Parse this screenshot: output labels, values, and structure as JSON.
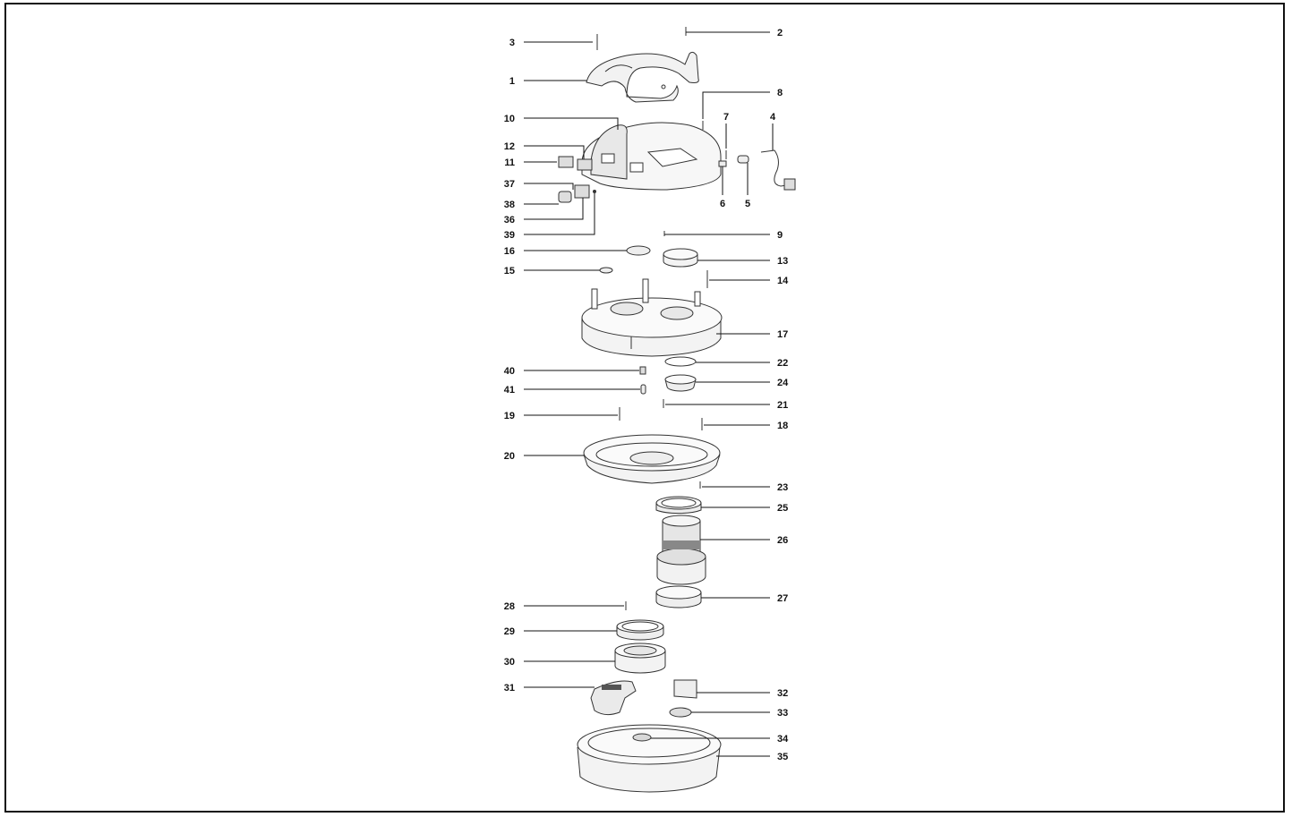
{
  "diagram": {
    "type": "exploded-parts-view",
    "labels": [
      "1",
      "2",
      "3",
      "4",
      "5",
      "6",
      "7",
      "8",
      "9",
      "10",
      "11",
      "12",
      "13",
      "14",
      "15",
      "16",
      "17",
      "18",
      "19",
      "20",
      "21",
      "22",
      "23",
      "24",
      "25",
      "26",
      "27",
      "28",
      "29",
      "30",
      "31",
      "32",
      "33",
      "34",
      "35",
      "36",
      "37",
      "38",
      "39",
      "40",
      "41"
    ]
  }
}
